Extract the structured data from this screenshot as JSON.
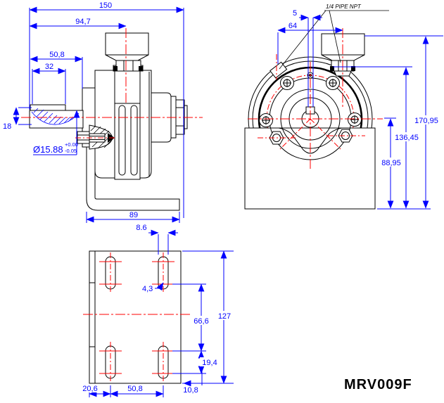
{
  "title": "MRV009F",
  "colors": {
    "dimension": "#0000ff",
    "centerline": "#ff0000",
    "geometry": "#000000",
    "background": "#ffffff"
  },
  "annotations": {
    "port_note": "1/4 PIPE NPT"
  },
  "dims": {
    "side_overall_width": "150",
    "side_width_to_handwheel": "94,7",
    "shaft_length": "50,8",
    "keyway_length": "32",
    "shaft_section_height": "18",
    "shaft_diameter": "Ø15.88",
    "shaft_tolerance_upper": "+0.00",
    "shaft_tolerance_lower": "-0.05",
    "bracket_depth": "89",
    "front_keyway_width": "5",
    "front_plug_to_handwheel": "64",
    "overall_height": "170,95",
    "height_to_vent": "136,45",
    "height_to_center": "88,95",
    "slot_width": "8.6",
    "slot_radius": "4,3",
    "slot_vertical_span": "66,6",
    "plate_height": "127",
    "slot_to_edge_vertical": "19,4",
    "edge_to_slot_left": "20,6",
    "slot_spacing_horizontal": "50,8",
    "plate_edge_offset": "10,8"
  }
}
